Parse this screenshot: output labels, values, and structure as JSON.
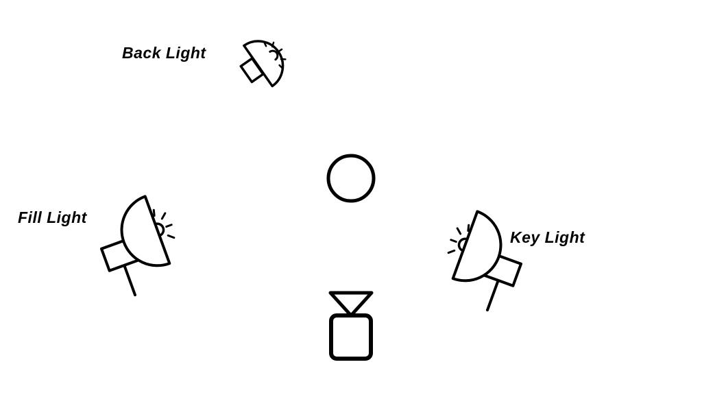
{
  "diagram": {
    "labels": {
      "back_light": "Back Light",
      "fill_light": "Fill Light",
      "key_light": "Key Light"
    },
    "icons": {
      "back_light": "studio-light-icon",
      "fill_light": "studio-light-icon",
      "key_light": "studio-light-icon",
      "subject": "subject-circle-icon",
      "camera": "camera-icon"
    },
    "colors": {
      "stroke": "#000000",
      "background": "#ffffff"
    }
  }
}
